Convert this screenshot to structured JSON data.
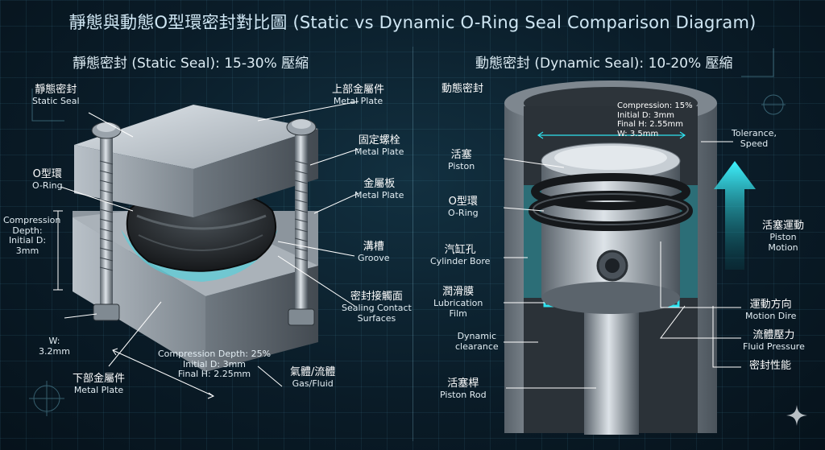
{
  "title": "靜態與動態O型環密封對比圖 (Static vs Dynamic O-Ring Seal Comparison Diagram)",
  "left_panel": {
    "heading": "靜態密封 (Static Seal): 15-30% 壓縮",
    "labels": {
      "static_seal": {
        "zh": "靜態密封",
        "en": "Static Seal"
      },
      "top_plate": {
        "zh": "上部金屬件",
        "en": "Metal Plate"
      },
      "bolt": {
        "zh": "固定螺栓",
        "en": "Metal Plate"
      },
      "oring": {
        "zh": "O型環",
        "en": "O-Ring"
      },
      "metal_plate": {
        "zh": "金屬板",
        "en": "Metal Plate"
      },
      "groove": {
        "zh": "溝槽",
        "en": "Groove"
      },
      "contact": {
        "zh": "密封接觸面",
        "en": "Sealing Contact",
        "en2": "Surfaces"
      },
      "bottom_plate": {
        "zh": "下部金屬件",
        "en": "Metal Plate"
      },
      "gas_fluid": {
        "zh": "氣體/流體",
        "en": "Gas/Fluid"
      }
    },
    "compression_depth": [
      "Compression",
      "Depth:",
      "Initial D:",
      "3mm"
    ],
    "width": [
      "W:",
      "3.2mm"
    ],
    "bottom_note": [
      "Compression Depth: 25%",
      "Initial D: 3mm",
      "Final H: 2.25mm"
    ]
  },
  "right_panel": {
    "heading": "動態密封 (Dynamic Seal): 10-20% 壓縮",
    "labels": {
      "dynamic_seal": {
        "zh": "動態密封"
      },
      "piston": {
        "zh": "活塞",
        "en": "Piston"
      },
      "oring": {
        "zh": "O型環",
        "en": "O-Ring"
      },
      "bore": {
        "zh": "汽缸孔",
        "en": "Cylinder Bore"
      },
      "lube": {
        "zh": "潤滑膜",
        "en": "Lubrication",
        "en2": "Film"
      },
      "clearance": {
        "en": "Dynamic",
        "en2": "clearance"
      },
      "rod": {
        "zh": "活塞桿",
        "en": "Piston Rod"
      },
      "tolerance": {
        "en": "Tolerance,",
        "en2": "Speed"
      },
      "motion": {
        "zh": "活塞運動",
        "en": "Piston",
        "en2": "Motion"
      },
      "direction": {
        "zh": "運動方向",
        "en": "Motion Dire"
      },
      "pressure": {
        "zh": "流體壓力",
        "en": "Fluid Pressure"
      },
      "property": {
        "zh": "密封性能"
      }
    },
    "top_note": [
      "Compression: 15%",
      "Initial D: 3mm",
      "Final H: 2.55mm",
      "W: 3.5mm"
    ]
  },
  "colors": {
    "accent": "#2fe3ef",
    "metal_light": "#c9d0d6",
    "metal_dark": "#6d767e",
    "oring": "#1c1f22"
  }
}
